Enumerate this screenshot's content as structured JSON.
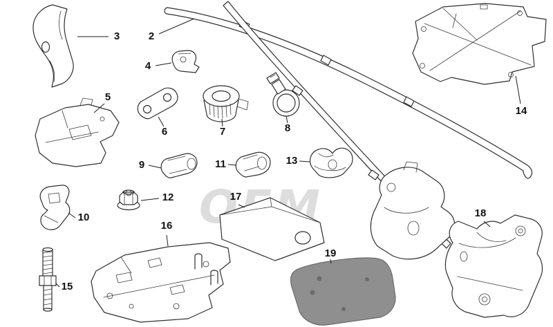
{
  "diagram": {
    "watermark": "OEM",
    "colors": {
      "line": "#2e2e2e",
      "label": "#101010",
      "watermark": "#d8d8d8",
      "pad_fill": "#8f8f8f",
      "pad_dot": "#6c6c6c",
      "background": "#ffffff"
    }
  },
  "parts": [
    {
      "number": "2"
    },
    {
      "number": "3"
    },
    {
      "number": "4"
    },
    {
      "number": "5"
    },
    {
      "number": "6"
    },
    {
      "number": "7"
    },
    {
      "number": "8"
    },
    {
      "number": "9"
    },
    {
      "number": "10"
    },
    {
      "number": "11"
    },
    {
      "number": "12"
    },
    {
      "number": "13"
    },
    {
      "number": "14"
    },
    {
      "number": "15"
    },
    {
      "number": "16"
    },
    {
      "number": "17"
    },
    {
      "number": "18"
    },
    {
      "number": "19"
    }
  ]
}
